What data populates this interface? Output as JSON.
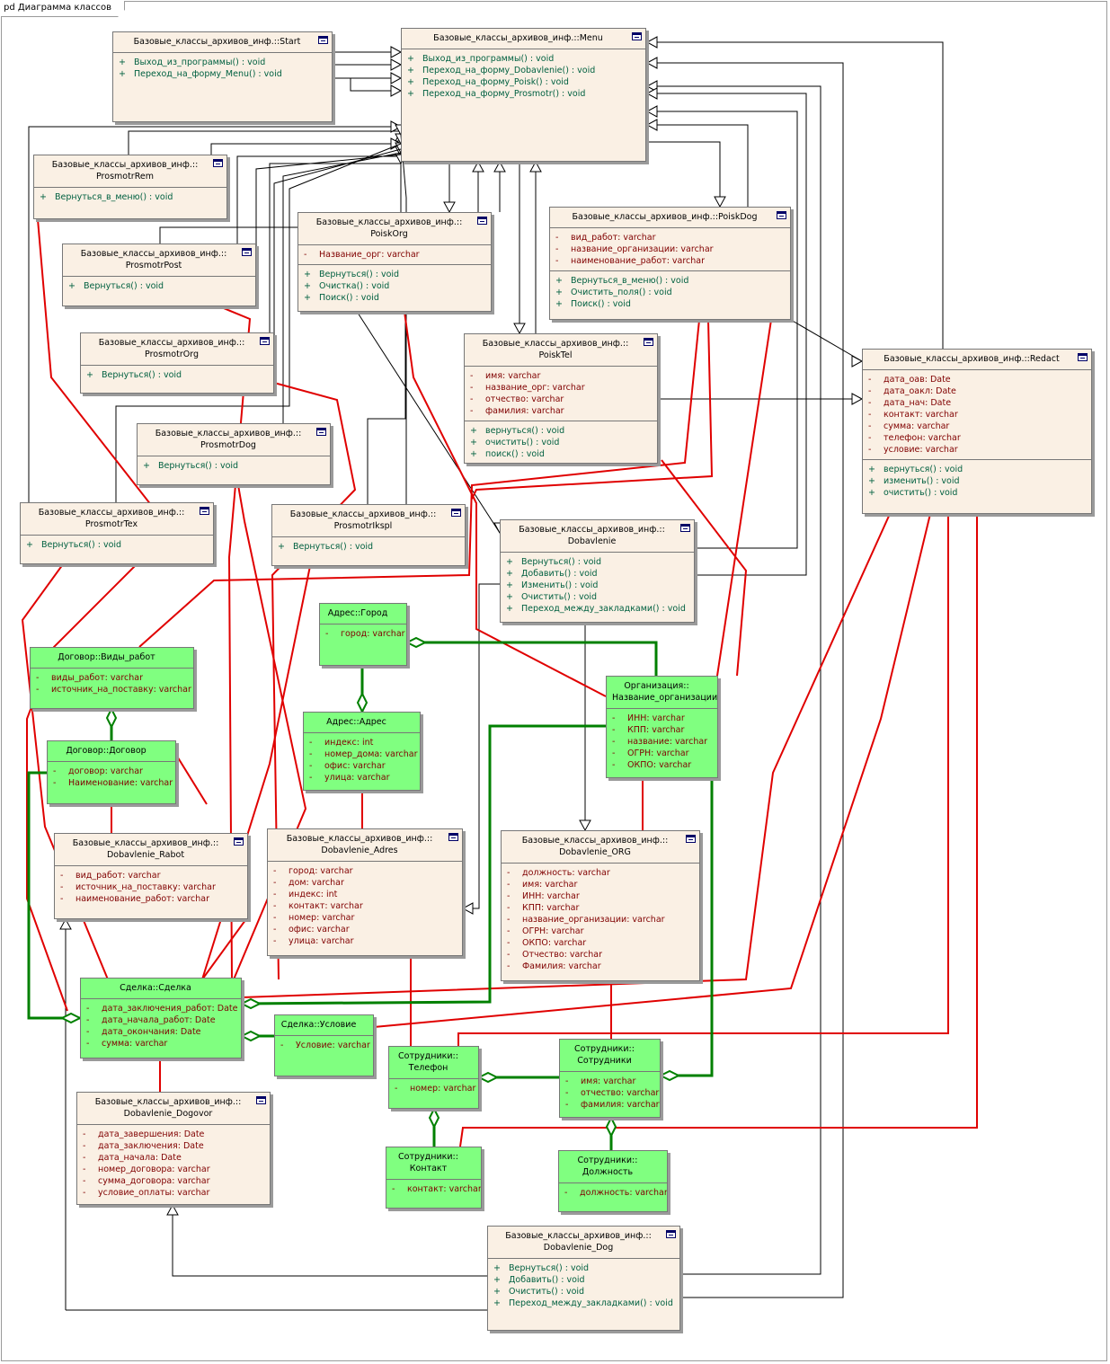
{
  "diagram_title": "pd Диаграмма классов",
  "classes": [
    {
      "id": "start",
      "kind": "cls",
      "name1": "Базовые_классы_архивов_инф.::Start",
      "name2": "",
      "attrs": [],
      "ops": [
        "Выход_из_программы() : void",
        "Переход_на_форму_Menu() : void"
      ]
    },
    {
      "id": "menu",
      "kind": "cls",
      "name1": "Базовые_классы_архивов_инф.::Menu",
      "name2": "",
      "attrs": [],
      "ops": [
        "Выход_из_программы() : void",
        "Переход_на_форму_Dobavlenie() : void",
        "Переход_на_форму_Poisk() : void",
        "Переход_на_форму_Prosmotr() : void"
      ]
    },
    {
      "id": "prosmotrrem",
      "kind": "cls",
      "name1": "Базовые_классы_архивов_инф.::",
      "name2": "ProsmotrRem",
      "attrs": [],
      "ops": [
        "Вернуться_в_меню() : void"
      ]
    },
    {
      "id": "prosmotrpost",
      "kind": "cls",
      "name1": "Базовые_классы_архивов_инф.::",
      "name2": "ProsmotrPost",
      "attrs": [],
      "ops": [
        "Вернуться() : void"
      ]
    },
    {
      "id": "poiskorg",
      "kind": "cls",
      "name1": "Базовые_классы_архивов_инф.::",
      "name2": "PoiskOrg",
      "attrs": [
        "Название_орг: varchar"
      ],
      "ops": [
        "Вернуться() : void",
        "Очистка() : void",
        "Поиск() : void"
      ]
    },
    {
      "id": "poiskdog",
      "kind": "cls",
      "name1": "Базовые_классы_архивов_инф.::PoiskDog",
      "name2": "",
      "attrs": [
        "вид_работ: varchar",
        "название_организации: varchar",
        "наименование_работ: varchar"
      ],
      "ops": [
        "Вернуться_в_меню() : void",
        "Очистить_поля() : void",
        "Поиск() : void"
      ]
    },
    {
      "id": "prosmotrorg",
      "kind": "cls",
      "name1": "Базовые_классы_архивов_инф.::",
      "name2": "ProsmotrOrg",
      "attrs": [],
      "ops": [
        "Вернуться() : void"
      ]
    },
    {
      "id": "poisktel",
      "kind": "cls",
      "name1": "Базовые_классы_архивов_инф.::",
      "name2": "PoiskTel",
      "attrs": [
        "имя: varchar",
        "название_орг: varchar",
        "отчество: varchar",
        "фамилия: varchar"
      ],
      "ops": [
        "вернуться() : void",
        "очистить() : void",
        "поиск() : void"
      ]
    },
    {
      "id": "redact",
      "kind": "cls",
      "name1": "Базовые_классы_архивов_инф.::Redact",
      "name2": "",
      "attrs": [
        "дата_оав: Date",
        "дата_оакл: Date",
        "дата_нач: Date",
        "контакт: varchar",
        "сумма: varchar",
        "телефон: varchar",
        "условие: varchar"
      ],
      "ops": [
        "вернуться() : void",
        "изменить() : void",
        "очистить() : void"
      ]
    },
    {
      "id": "prosmotrdog",
      "kind": "cls",
      "name1": "Базовые_классы_архивов_инф.::",
      "name2": "ProsmotrDog",
      "attrs": [],
      "ops": [
        "Вернуться() : void"
      ]
    },
    {
      "id": "prosmotrtex",
      "kind": "cls",
      "name1": "Базовые_классы_архивов_инф.::",
      "name2": "ProsmotrTex",
      "attrs": [],
      "ops": [
        "Вернуться() : void"
      ]
    },
    {
      "id": "prosmotriispl",
      "kind": "cls",
      "name1": "Базовые_классы_архивов_инф.::",
      "name2": "ProsmotrIkspl",
      "attrs": [],
      "ops": [
        "Вернуться() : void"
      ]
    },
    {
      "id": "dobavlenie",
      "kind": "cls",
      "name1": "Базовые_классы_архивов_инф.::",
      "name2": "Dobavlenie",
      "attrs": [],
      "ops": [
        "Вернуться() : void",
        "Добавить() : void",
        "Изменить() : void",
        "Очистить() : void",
        "Переход_между_закладками() : void"
      ]
    },
    {
      "id": "gorod",
      "kind": "ent",
      "name1": "Адрес::Город",
      "name2": "",
      "attrs": [
        "город: varchar"
      ],
      "ops": []
    },
    {
      "id": "vidyrabot",
      "kind": "ent",
      "name1": "Договор::Виды_работ",
      "name2": "",
      "attrs": [
        "виды_работ: varchar",
        "источник_на_поставку: varchar"
      ],
      "ops": []
    },
    {
      "id": "adres",
      "kind": "ent",
      "name1": "Адрес::Адрес",
      "name2": "",
      "attrs": [
        "индекс: int",
        "номер_дома: varchar",
        "офис: varchar",
        "улица: varchar"
      ],
      "ops": []
    },
    {
      "id": "organizacii",
      "kind": "ent",
      "name1": "Организация::",
      "name2": "Название_организации",
      "attrs": [
        "ИНН: varchar",
        "КПП: varchar",
        "название: varchar",
        "ОГРН: varchar",
        "ОКПО: varchar"
      ],
      "ops": []
    },
    {
      "id": "dogovor",
      "kind": "ent",
      "name1": "Договор::Договор",
      "name2": "",
      "attrs": [
        "договор: varchar",
        "Наименование: varchar"
      ],
      "ops": []
    },
    {
      "id": "dobrabot",
      "kind": "cls",
      "name1": "Базовые_классы_архивов_инф.::",
      "name2": "Dobavlenie_Rabot",
      "attrs": [
        "вид_работ: varchar",
        "источник_на_поставку: varchar",
        "наименование_работ: varchar"
      ],
      "ops": []
    },
    {
      "id": "dobadres",
      "kind": "cls",
      "name1": "Базовые_классы_архивов_инф.::",
      "name2": "Dobavlenie_Adres",
      "attrs": [
        "город: varchar",
        "дом: varchar",
        "индекс: int",
        "контакт: varchar",
        "номер: varchar",
        "офис: varchar",
        "улица: varchar"
      ],
      "ops": []
    },
    {
      "id": "doborg",
      "kind": "cls",
      "name1": "Базовые_классы_архивов_инф.::",
      "name2": "Dobavlenie_ORG",
      "attrs": [
        "должность: varchar",
        "имя: varchar",
        "ИНН: varchar",
        "КПП: varchar",
        "название_организации: varchar",
        "ОГРН: varchar",
        "ОКПО: varchar",
        "Отчество: varchar",
        "Фамилия: varchar"
      ],
      "ops": []
    },
    {
      "id": "sdelka",
      "kind": "ent",
      "name1": "Сделка::Сделка",
      "name2": "",
      "attrs": [
        "дата_заключения_работ: Date",
        "дата_начала_работ: Date",
        "дата_окончания: Date",
        "сумма: varchar"
      ],
      "ops": []
    },
    {
      "id": "uslovie",
      "kind": "ent",
      "name1": "Сделка::Условие",
      "name2": "",
      "attrs": [
        "Условие: varchar"
      ],
      "ops": []
    },
    {
      "id": "telefon",
      "kind": "ent",
      "name1": "Сотрудники::",
      "name2": "Телефон",
      "attrs": [
        "номер: varchar"
      ],
      "ops": []
    },
    {
      "id": "sotrudniki",
      "kind": "ent",
      "name1": "Сотрудники::",
      "name2": "Сотрудники",
      "attrs": [
        "имя: varchar",
        "отчество: varchar",
        "фамилия: varchar"
      ],
      "ops": []
    },
    {
      "id": "dobdogovor",
      "kind": "cls",
      "name1": "Базовые_классы_архивов_инф.::",
      "name2": "Dobavlenie_Dogovor",
      "attrs": [
        "дата_завершения: Date",
        "дата_заключения: Date",
        "дата_начала: Date",
        "номер_договора: varchar",
        "сумма_договора: varchar",
        "условие_оплаты: varchar"
      ],
      "ops": []
    },
    {
      "id": "kontakt",
      "kind": "ent",
      "name1": "Сотрудники::",
      "name2": "Контакт",
      "attrs": [
        "контакт: varchar"
      ],
      "ops": []
    },
    {
      "id": "dolzhnost",
      "kind": "ent",
      "name1": "Сотрудники::",
      "name2": "Должность",
      "attrs": [
        "должность: varchar"
      ],
      "ops": []
    },
    {
      "id": "dobdog",
      "kind": "cls",
      "name1": "Базовые_классы_архивов_инф.::",
      "name2": "Dobavlenie_Dog",
      "attrs": [],
      "ops": [
        "Вернуться() : void",
        "Добавить() : void",
        "Очистить() : void",
        "Переход_между_закладками() : void"
      ]
    }
  ],
  "colors": {
    "class_fill": "#faf0e4",
    "entity_fill": "#80ff80",
    "navigation_line": "#000000",
    "dependency_line": "#e00000",
    "aggregation_line": "#008000",
    "attribute_text": "#800000",
    "operation_text": "#006040"
  }
}
